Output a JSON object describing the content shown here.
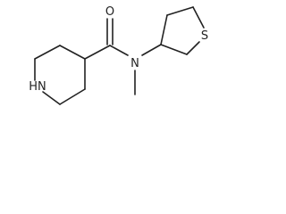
{
  "molecule": {
    "atoms": {
      "oxygen": "O",
      "amide_nitrogen": "N",
      "ring_nitrogen": "HN",
      "sulfur": "S"
    },
    "colors": {
      "bond": "#222222",
      "background": "#ffffff"
    }
  }
}
